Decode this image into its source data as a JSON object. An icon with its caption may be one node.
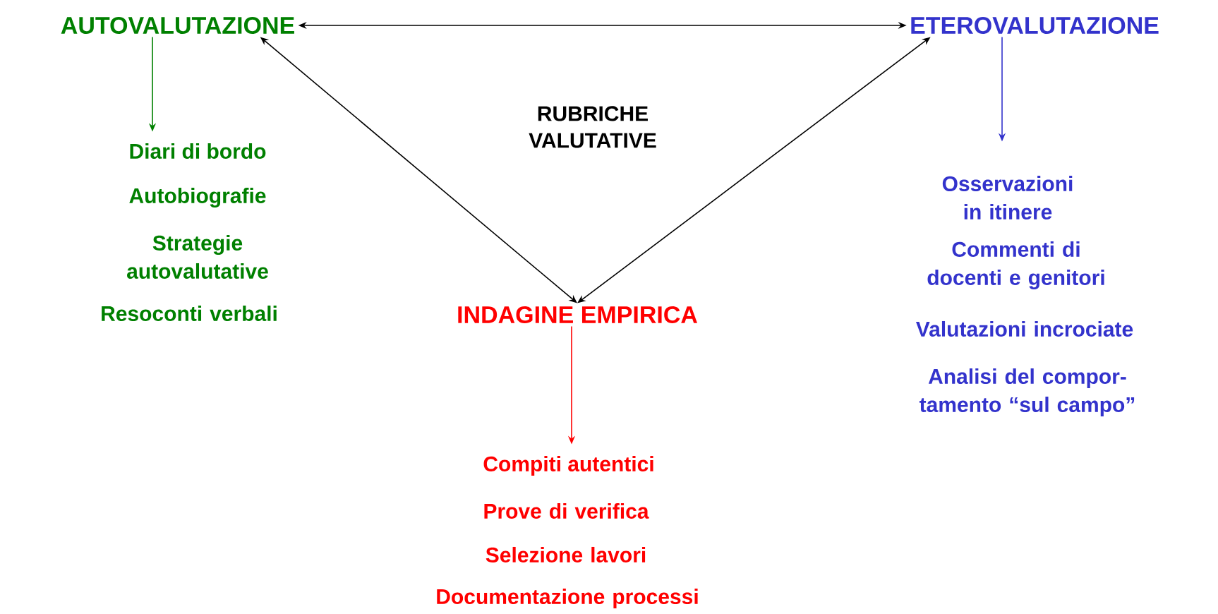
{
  "diagram": {
    "nodes": [
      {
        "text": [
          "AUTOVALUTAZIONE"
        ]
      },
      {
        "text": [
          "ETEROVALUTAZIONE"
        ]
      },
      {
        "text": [
          "INDAGINE EMPIRICA"
        ]
      },
      {
        "text": [
          "Diari di bordo"
        ]
      },
      {
        "text": [
          "Osservazioni in itinere"
        ]
      },
      {
        "text": [
          "Compiti autentici"
        ]
      }
    ],
    "edges": [
      {
        "from": 0,
        "to": 1,
        "arrow": "both"
      },
      {
        "from": 0,
        "to": 2,
        "arrow": "both"
      },
      {
        "from": 1,
        "to": 2,
        "arrow": "both"
      },
      {
        "from": 0,
        "to": 3,
        "arrow": "to",
        "color": "#008000"
      },
      {
        "from": 1,
        "to": 4,
        "arrow": "to",
        "color": "#3333cc"
      },
      {
        "from": 2,
        "to": 5,
        "arrow": "to",
        "color": "#ff0000"
      }
    ],
    "labels": [
      "RUBRICHE VALUTATIVE",
      "Autobiografie",
      "Strategie autovalutative",
      "Resoconti verbali",
      "Commenti di docenti e genitori",
      "Valutazioni incrociate",
      "Analisi del compor- tamento “sul campo”",
      "Prove di verifica",
      "Selezione lavori",
      "Documentazione processi"
    ]
  }
}
